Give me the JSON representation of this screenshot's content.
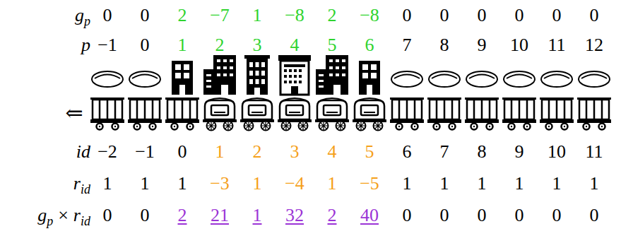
{
  "diagram": {
    "labels": [
      "g",
      "p",
      "0",
      "0",
      "2",
      "−7",
      "1",
      "−8",
      "2",
      "−8",
      "0",
      "0",
      "0",
      "0",
      "0",
      "0",
      "p",
      "−1",
      "0",
      "1",
      "2",
      "3",
      "4",
      "5",
      "6",
      "7",
      "8",
      "9",
      "10",
      "11",
      "12",
      "⇐",
      "id",
      "−2",
      "−1",
      "0",
      "1",
      "2",
      "3",
      "4",
      "5",
      "6",
      "7",
      "8",
      "9",
      "10",
      "11",
      "r",
      "id",
      "1",
      "1",
      "1",
      "−3",
      "1",
      "−4",
      "1",
      "−5",
      "1",
      "1",
      "1",
      "1",
      "1",
      "1",
      "g",
      "p",
      "×",
      "r",
      "id",
      "0",
      "0",
      "2",
      "21",
      "1",
      "32",
      "2",
      "40",
      "0",
      "0",
      "0",
      "0",
      "0",
      "0"
    ]
  }
}
